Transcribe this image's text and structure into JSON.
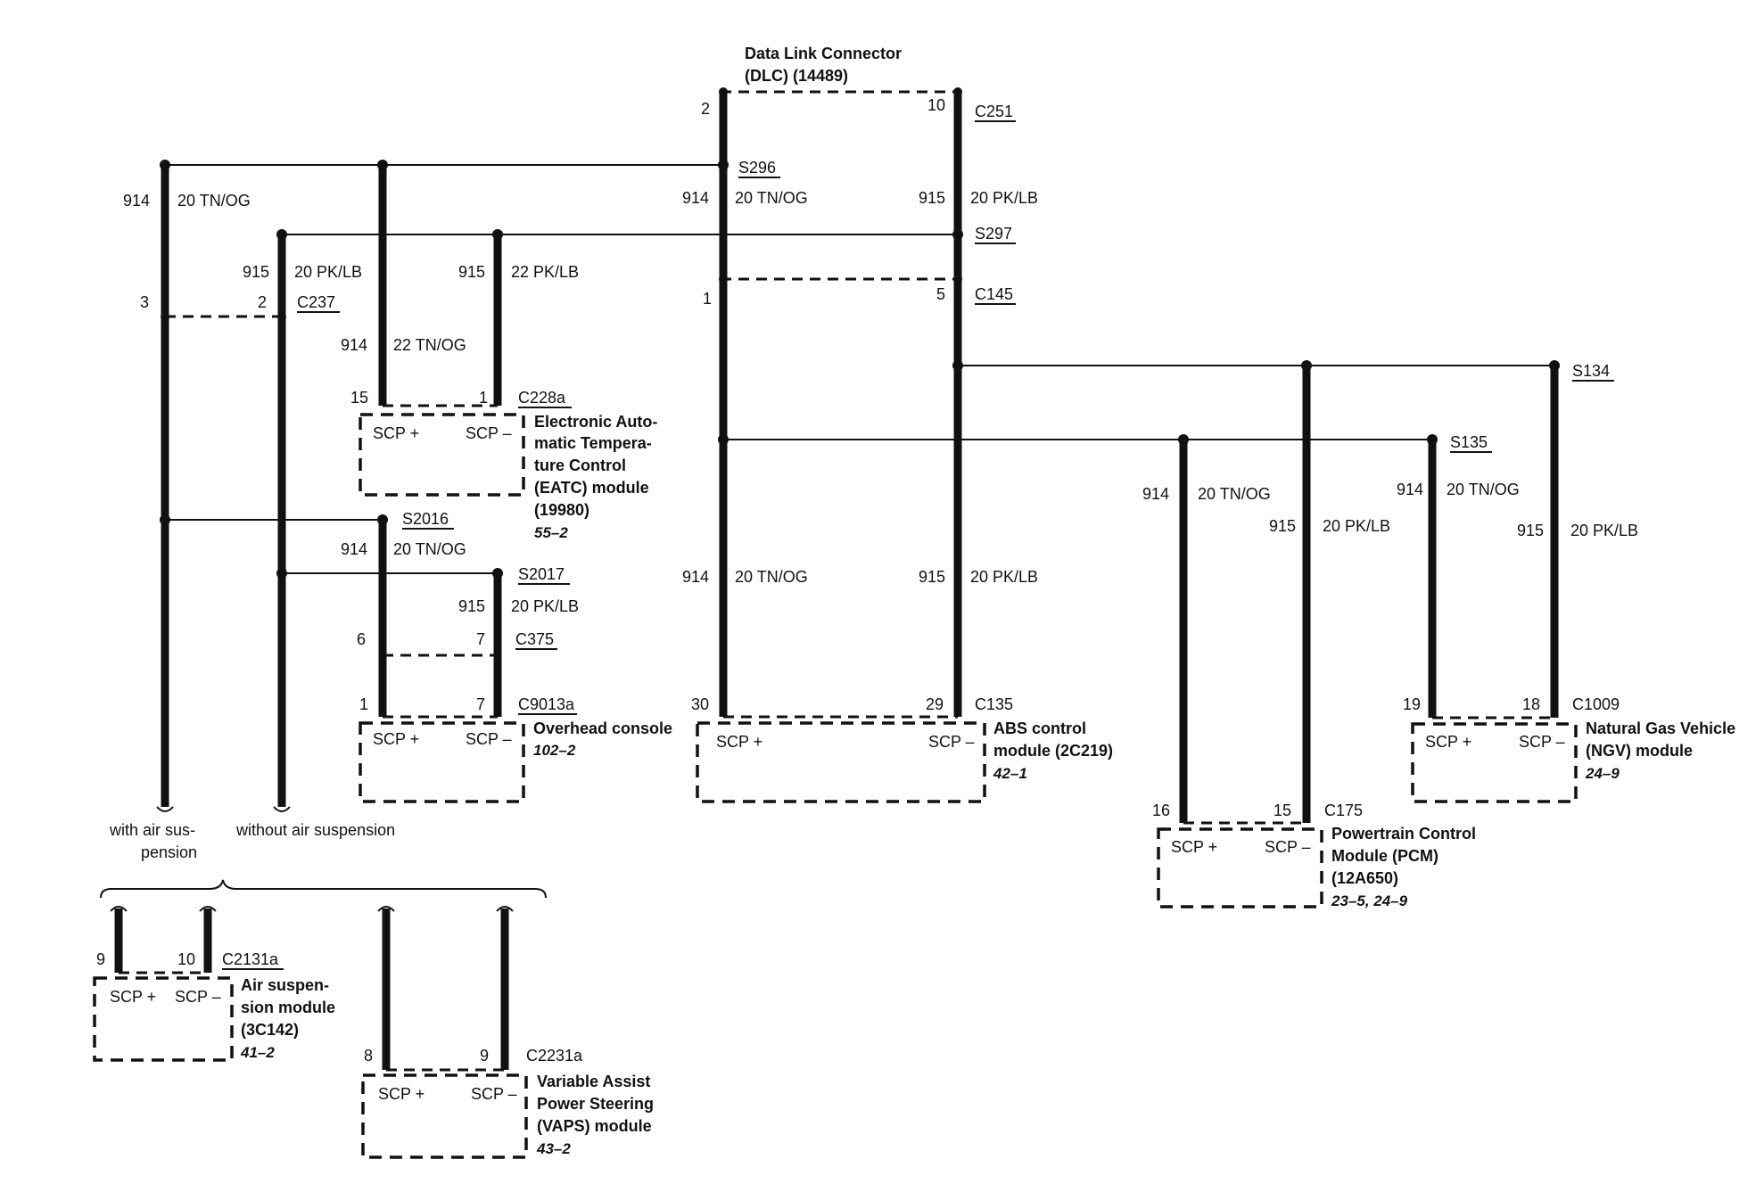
{
  "dlc": {
    "line1": "Data Link Connector",
    "line2": "(DLC) (14489)"
  },
  "connectors": {
    "c251": "C251",
    "c145": "C145",
    "c237": "C237",
    "c228a": "C228a",
    "c375": "C375",
    "c9013a": "C9013a",
    "c135": "C135",
    "c1009": "C1009",
    "c175": "C175",
    "c2131a": "C2131a",
    "c2231a": "C2231a"
  },
  "splices": {
    "s296": "S296",
    "s297": "S297",
    "s134": "S134",
    "s135": "S135",
    "s2016": "S2016",
    "s2017": "S2017"
  },
  "circuits": {
    "c914": "914",
    "c915": "915"
  },
  "wire_colors": {
    "tn_og_20": "20 TN/OG",
    "pk_lb_20": "20 PK/LB",
    "tn_og_22": "22 TN/OG",
    "pk_lb_22": "22 PK/LB"
  },
  "pins": {
    "p2": "2",
    "p10": "10",
    "p1": "1",
    "p5": "5",
    "p3": "3",
    "p15": "15",
    "p6": "6",
    "p7": "7",
    "p30": "30",
    "p29": "29",
    "p19": "19",
    "p18": "18",
    "p16": "16",
    "p9": "9",
    "p8": "8"
  },
  "scp": {
    "plus": "SCP +",
    "minus": "SCP –"
  },
  "modules": {
    "eatc": {
      "lines": [
        "Electronic Auto-",
        "matic Tempera-",
        "ture Control",
        "(EATC) module",
        "(19980)"
      ],
      "ref": "55–2"
    },
    "overhead": {
      "lines": [
        "Overhead console"
      ],
      "ref": "102–2"
    },
    "abs": {
      "lines": [
        "ABS control",
        "module (2C219)"
      ],
      "ref": "42–1"
    },
    "ngv": {
      "lines": [
        "Natural Gas Vehicle",
        "(NGV) module"
      ],
      "ref": "24–9"
    },
    "pcm": {
      "lines": [
        "Powertrain Control",
        "Module (PCM)",
        "(12A650)"
      ],
      "ref": "23–5, 24–9"
    },
    "air": {
      "lines": [
        "Air suspen-",
        "sion module",
        "(3C142)"
      ],
      "ref": "41–2"
    },
    "vaps": {
      "lines": [
        "Variable Assist",
        "Power Steering",
        "(VAPS) module"
      ],
      "ref": "43–2"
    }
  },
  "notes": {
    "with_air": [
      "with air sus-",
      "pension"
    ],
    "without_air": "without air suspension"
  }
}
